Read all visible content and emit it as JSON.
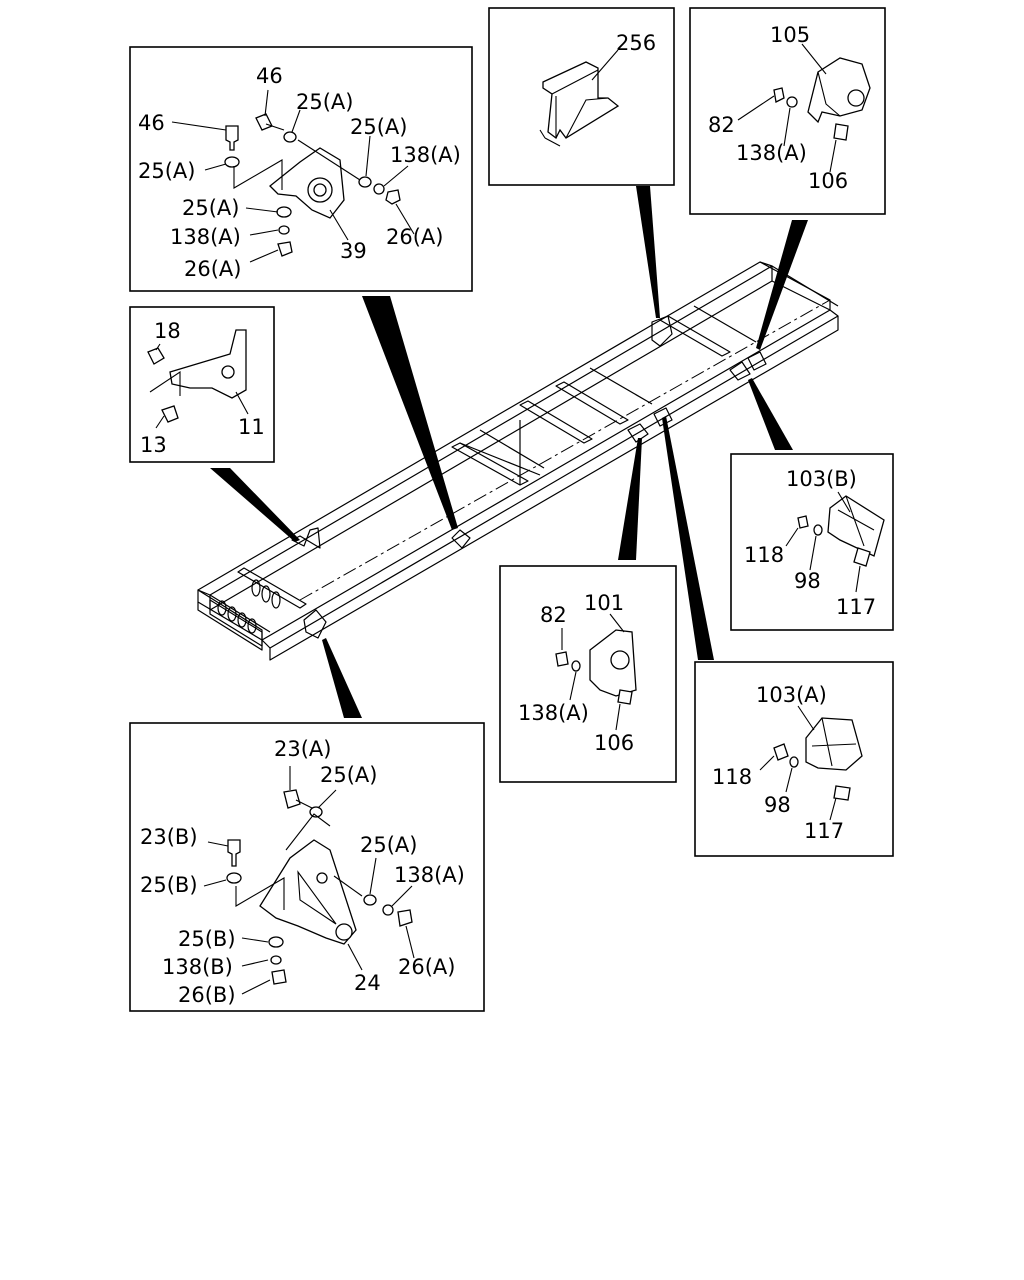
{
  "frame": {
    "name": "chassis-frame"
  },
  "panels": {
    "p1": {
      "labels": [
        "46",
        "25(A)",
        "46",
        "25(A)",
        "25(A)",
        "138(A)",
        "25(A)",
        "26(A)",
        "138(A)",
        "39",
        "26(A)"
      ]
    },
    "p2": {
      "labels": [
        "256"
      ]
    },
    "p3": {
      "labels": [
        "105",
        "82",
        "138(A)",
        "106"
      ]
    },
    "p4": {
      "labels": [
        "18",
        "11",
        "13"
      ]
    },
    "p5": {
      "labels": [
        "103(B)",
        "118",
        "98",
        "117"
      ]
    },
    "p6": {
      "labels": [
        "82",
        "101",
        "138(A)",
        "106"
      ]
    },
    "p7": {
      "labels": [
        "103(A)",
        "118",
        "98",
        "117"
      ]
    },
    "p8": {
      "labels": [
        "23(A)",
        "25(A)",
        "23(B)",
        "25(A)",
        "25(B)",
        "138(A)",
        "25(B)",
        "138(B)",
        "26(A)",
        "24",
        "26(B)"
      ]
    }
  }
}
